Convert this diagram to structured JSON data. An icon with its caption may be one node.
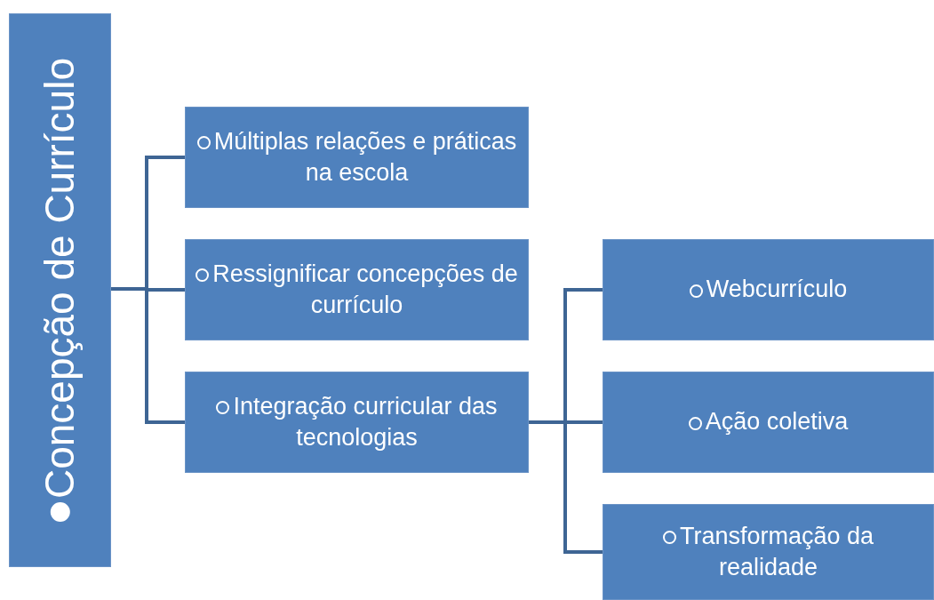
{
  "diagram": {
    "nodes": [
      {
        "text": [
          "Concepção de Currículo"
        ]
      },
      {
        "text": [
          "Múltiplas relações e práticas na escola"
        ]
      },
      {
        "text": [
          "Ressignificar concepções de currículo"
        ]
      },
      {
        "text": [
          "Integração curricular das tecnologias"
        ]
      },
      {
        "text": [
          "Webcurrículo"
        ]
      },
      {
        "text": [
          "Ação coletiva"
        ]
      },
      {
        "text": [
          "Transformação da realidade"
        ]
      }
    ],
    "edges": [
      {
        "from": 0,
        "to": 1,
        "arrow": "none"
      },
      {
        "from": 0,
        "to": 2,
        "arrow": "none"
      },
      {
        "from": 0,
        "to": 3,
        "arrow": "none"
      },
      {
        "from": 3,
        "to": 4,
        "arrow": "none"
      },
      {
        "from": 3,
        "to": 5,
        "arrow": "none"
      },
      {
        "from": 3,
        "to": 6,
        "arrow": "none"
      }
    ]
  }
}
